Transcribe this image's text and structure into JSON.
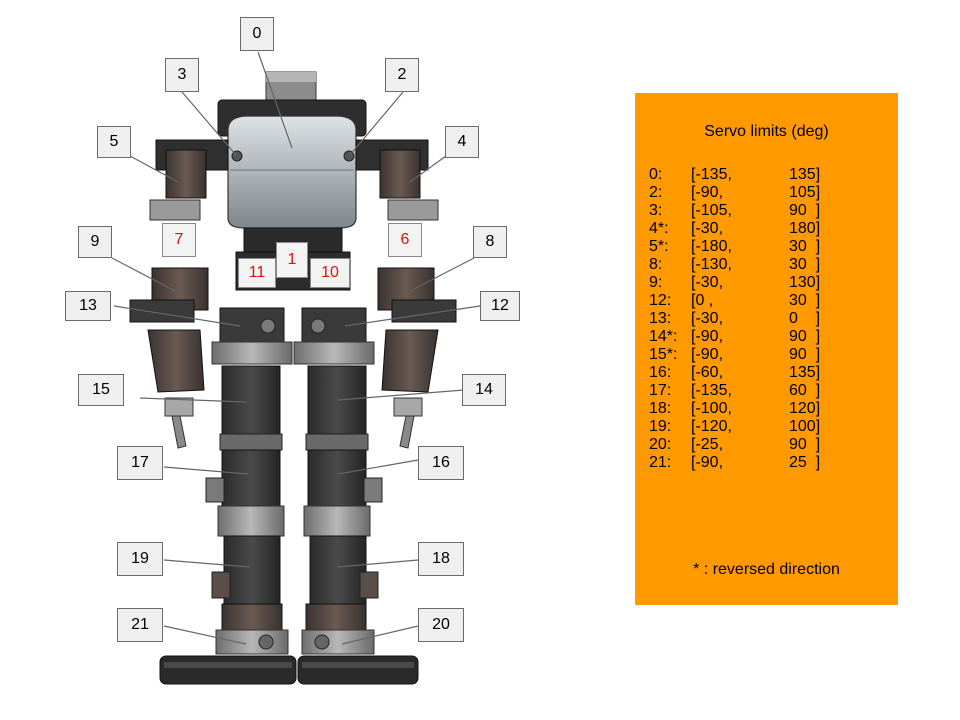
{
  "servo_labels": [
    {
      "id": "0",
      "color": "#000000"
    },
    {
      "id": "3",
      "color": "#000000"
    },
    {
      "id": "2",
      "color": "#000000"
    },
    {
      "id": "5",
      "color": "#000000"
    },
    {
      "id": "4",
      "color": "#000000"
    },
    {
      "id": "9",
      "color": "#000000"
    },
    {
      "id": "8",
      "color": "#000000"
    },
    {
      "id": "13",
      "color": "#000000"
    },
    {
      "id": "12",
      "color": "#000000"
    },
    {
      "id": "15",
      "color": "#000000"
    },
    {
      "id": "14",
      "color": "#000000"
    },
    {
      "id": "17",
      "color": "#000000"
    },
    {
      "id": "16",
      "color": "#000000"
    },
    {
      "id": "19",
      "color": "#000000"
    },
    {
      "id": "18",
      "color": "#000000"
    },
    {
      "id": "21",
      "color": "#000000"
    },
    {
      "id": "20",
      "color": "#000000"
    },
    {
      "id": "7",
      "color": "#e01010"
    },
    {
      "id": "6",
      "color": "#e01010"
    },
    {
      "id": "1",
      "color": "#e01010"
    },
    {
      "id": "11",
      "color": "#e01010"
    },
    {
      "id": "10",
      "color": "#e01010"
    }
  ],
  "limits_panel": {
    "title": "Servo limits (deg)",
    "background": "#ff9900",
    "rows": [
      {
        "id": "0:",
        "min": "[-135,",
        "max": "135]"
      },
      {
        "id": "2:",
        "min": "[-90,",
        "max": "105]"
      },
      {
        "id": "3:",
        "min": "[-105,",
        "max": "90  ]"
      },
      {
        "id": "4*:",
        "min": "[-30,",
        "max": "180]"
      },
      {
        "id": "5*:",
        "min": "[-180,",
        "max": "30  ]"
      },
      {
        "id": "8:",
        "min": "[-130,",
        "max": "30  ]"
      },
      {
        "id": "9:",
        "min": "[-30,",
        "max": "130]"
      },
      {
        "id": "12:",
        "min": "[0 ,",
        "max": "30  ]"
      },
      {
        "id": "13:",
        "min": "[-30,",
        "max": "0    ]"
      },
      {
        "id": "14*:",
        "min": "[-90,",
        "max": "90  ]"
      },
      {
        "id": "15*:",
        "min": "[-90,",
        "max": "90  ]"
      },
      {
        "id": "16:",
        "min": "[-60,",
        "max": "135]"
      },
      {
        "id": "17:",
        "min": "[-135,",
        "max": "60  ]"
      },
      {
        "id": "18:",
        "min": "[-100,",
        "max": "120]"
      },
      {
        "id": "19:",
        "min": "[-120,",
        "max": "100]"
      },
      {
        "id": "20:",
        "min": "[-25,",
        "max": "90  ]"
      },
      {
        "id": "21:",
        "min": "[-90,",
        "max": "25  ]"
      }
    ],
    "note": "* : reversed direction"
  }
}
